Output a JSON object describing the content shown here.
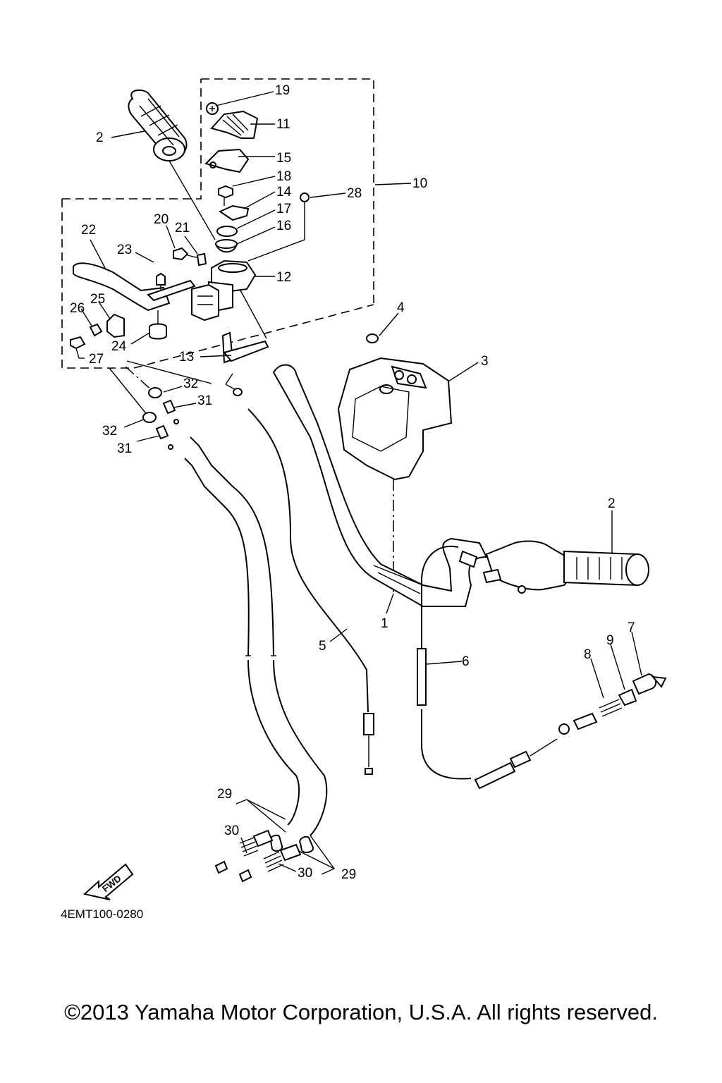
{
  "labels": {
    "p1": "1",
    "p2a": "2",
    "p2b": "2",
    "p3": "3",
    "p4": "4",
    "p5": "5",
    "p6": "6",
    "p7": "7",
    "p8": "8",
    "p9": "9",
    "p10": "10",
    "p11": "11",
    "p12": "12",
    "p13": "13",
    "p14": "14",
    "p15": "15",
    "p16": "16",
    "p17": "17",
    "p18": "18",
    "p19": "19",
    "p20": "20",
    "p21": "21",
    "p22": "22",
    "p23": "23",
    "p24": "24",
    "p25": "25",
    "p26": "26",
    "p27": "27",
    "p28": "28",
    "p29a": "29",
    "p29b": "29",
    "p30a": "30",
    "p30b": "30",
    "p31a": "31",
    "p31b": "31",
    "p32a": "32",
    "p32b": "32"
  },
  "direction_badge": "FWD",
  "diagram_ref": "4EMT100-0280",
  "copyright": "©2013 Yamaha Motor Corporation, U.S.A. All rights reserved."
}
